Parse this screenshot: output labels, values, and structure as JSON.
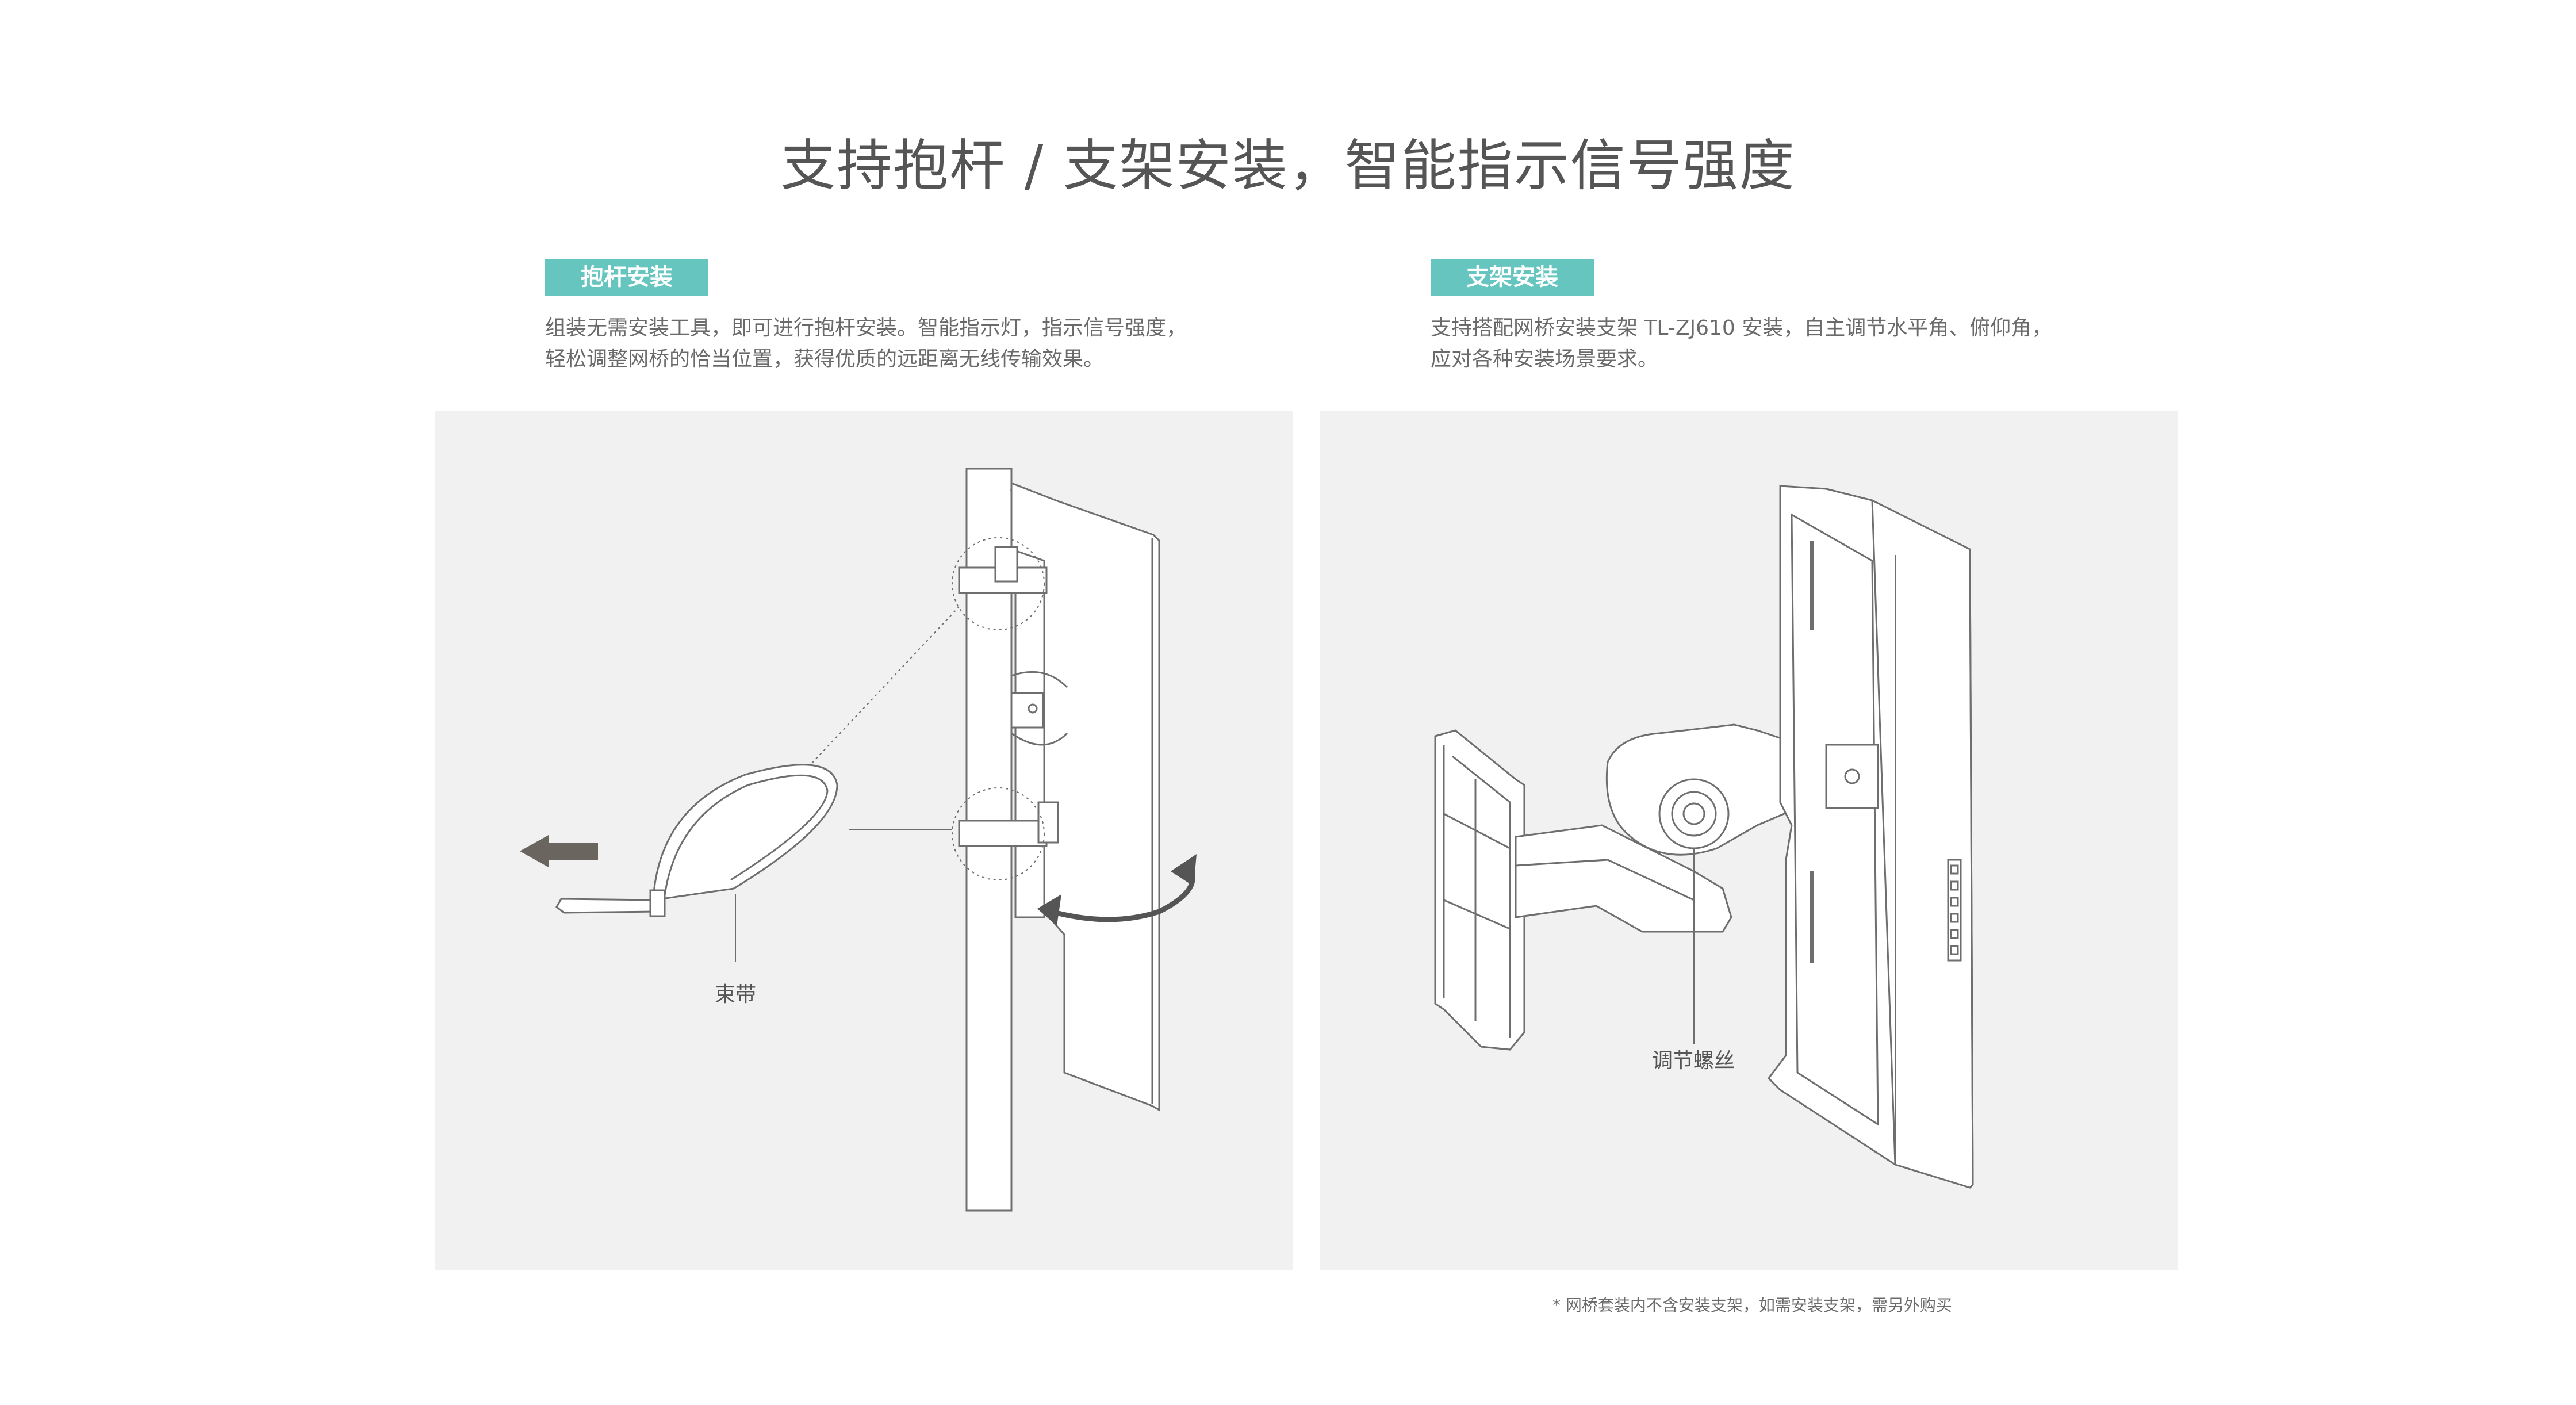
{
  "title": "支持抱杆 / 支架安装，智能指示信号强度",
  "left_section": {
    "tag": "抱杆安装",
    "desc_line1": "组装无需安装工具，即可进行抱杆安装。智能指示灯，指示信号强度，",
    "desc_line2": "轻松调整网桥的恰当位置，获得优质的远距离无线传输效果。",
    "callout": "束带"
  },
  "right_section": {
    "tag": "支架安装",
    "desc_line1": "支持搭配网桥安装支架 TL-ZJ610 安装，自主调节水平角、俯仰角，",
    "desc_line2": "应对各种安装场景要求。",
    "callout": "调节螺丝"
  },
  "footnote": "* 网桥套装内不含安装支架，如需安装支架，需另外购买",
  "colors": {
    "accent": "#66c6bf",
    "panel_bg": "#f1f1f1",
    "line": "#6e6e6e",
    "arrow": "#6b6560"
  }
}
